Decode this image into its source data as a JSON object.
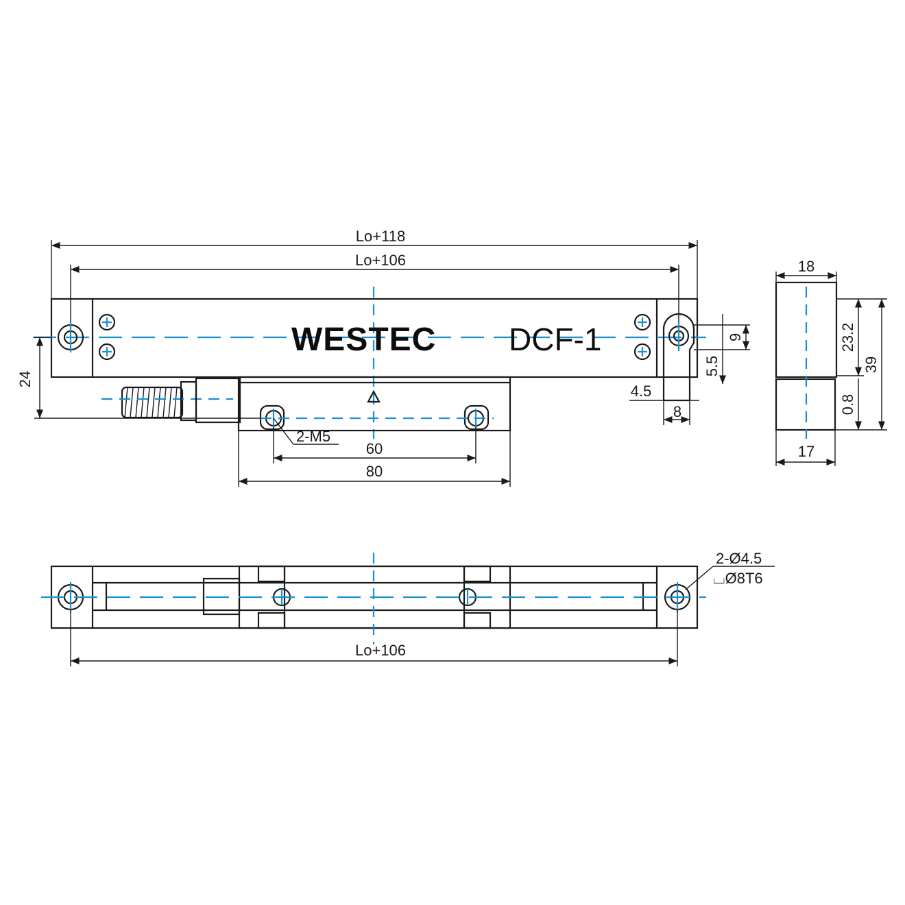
{
  "title": {
    "brand": "WESTEC",
    "model": "DCF-1"
  },
  "front_view": {
    "overall_length": "Lo+118",
    "mounting_length": "Lo+106",
    "height_dim": "24",
    "reader_thread": "2-M5",
    "reader_hole_spacing": "60",
    "reader_length": "80",
    "bracket_offset": "4.5",
    "bracket_width": "8",
    "bracket_hole_offset": "5.5",
    "bracket_slot_height": "9"
  },
  "side_view": {
    "top_width": "18",
    "bottom_width": "17",
    "upper_height": "23.2",
    "total_height": "39",
    "gap": "0.8"
  },
  "bottom_view": {
    "hole_spec_line1": "2-Ø4.5",
    "hole_spec_line2": "⌴Ø8T6",
    "mounting_length": "Lo+106"
  },
  "colors": {
    "line": "#1a1a1a",
    "centerline": "#1b8fd0"
  }
}
